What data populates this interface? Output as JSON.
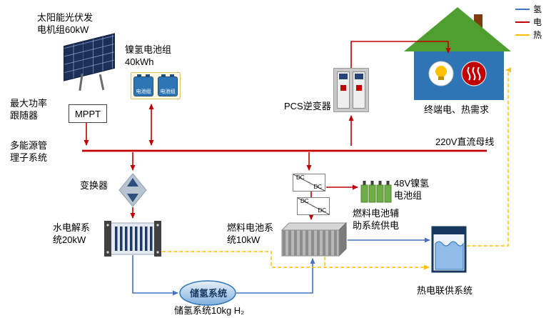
{
  "colors": {
    "hydrogen": "#4472C4",
    "electricity": "#C00000",
    "heat": "#FFC000"
  },
  "legend": {
    "items": [
      {
        "label": "氢",
        "color_key": "hydrogen"
      },
      {
        "label": "电",
        "color_key": "electricity"
      },
      {
        "label": "热",
        "color_key": "heat"
      }
    ]
  },
  "labels": {
    "solar": "太阳能光伏发\n电机组60kW",
    "nimh": "镍氢电池组\n40kWh",
    "nimh_cell": "电池组",
    "mppt_caption": "最大功率\n跟随器",
    "mppt": "MPPT",
    "ems": "多能源管\n理子系统",
    "bus": "220V直流母线",
    "pcs": "PCS逆变器",
    "house": "终端电、热需求",
    "converter": "变换器",
    "electrolyzer": "水电解系\n统20kW",
    "fuel_cell": "燃料电池系\n统10kW",
    "battery48": "48V镍氢\n电池组",
    "fc_aux": "燃料电池辅\n助系统供电",
    "h2_storage": "储氢系统",
    "h2_storage_caption": "储氢系统10kg H₂",
    "chp": "热电联供系统",
    "dcdc_top": "DC",
    "dcdc_bottom": "DC"
  }
}
